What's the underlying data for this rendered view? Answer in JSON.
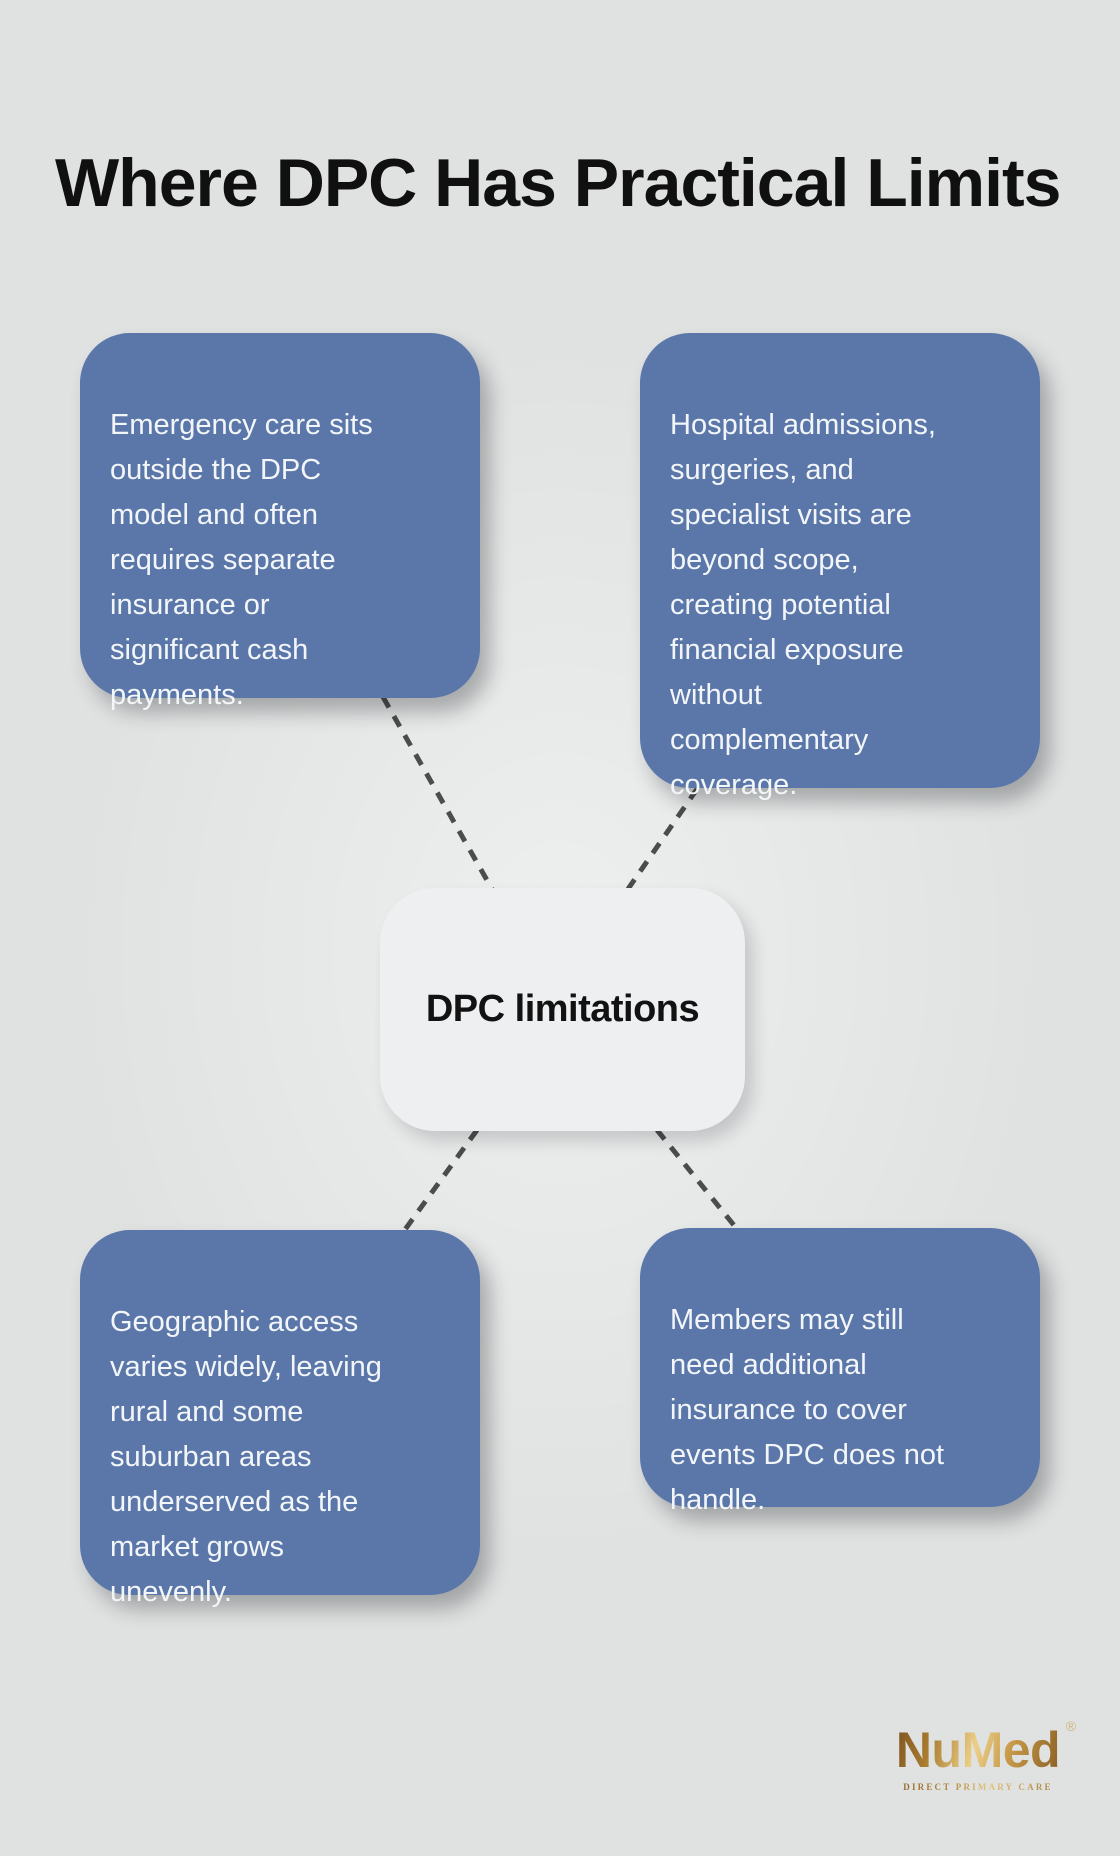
{
  "title": "Where DPC Has Practical Limits",
  "center": {
    "label": "DPC limitations"
  },
  "cards": [
    {
      "id": "emergency-care",
      "text": "Emergency care sits\noutside the DPC\nmodel and often\nrequires separate\ninsurance or\nsignificant cash\npayments."
    },
    {
      "id": "hospital-admissions",
      "text": "Hospital admissions,\nsurgeries, and\nspecialist visits are\nbeyond scope,\ncreating potential\nfinancial exposure\nwithout\ncomplementary\ncoverage."
    },
    {
      "id": "geographic-access",
      "text": "Geographic access\nvaries widely, leaving\nrural and some\nsuburban areas\nunderserved as the\nmarket grows\nunevenly."
    },
    {
      "id": "members-coverage",
      "text": "Members may still\nneed additional\ninsurance to cover\nevents DPC does not\nhandle."
    }
  ],
  "logo": {
    "brand": "NuMed",
    "registered": "®",
    "tagline": "DIRECT PRIMARY CARE"
  },
  "colors": {
    "background": "#e0e2e2",
    "card_blue": "#5b77aa",
    "card_text": "#f3f6f9",
    "center_bg": "#edeff1",
    "connector": "#4c4c4c",
    "title_text": "#101010",
    "gold": "#b1853a"
  }
}
